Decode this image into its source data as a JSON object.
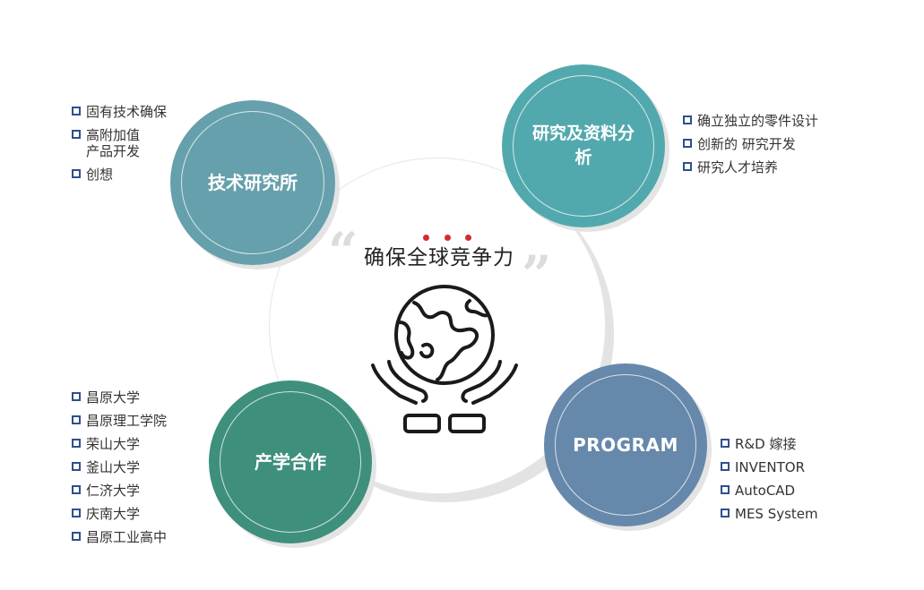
{
  "title": "确保全球竞争力",
  "quote_open": "“",
  "quote_close": "”",
  "nodes": {
    "tech": {
      "label": "技术研究所",
      "color": "#66a0ac",
      "items": [
        "固有技术确保",
        "高附加值\n产品开发",
        "创想"
      ]
    },
    "rd": {
      "label": "研究及资料分析",
      "color": "#52a9ad",
      "items": [
        "确立独立的零件设计",
        "创新的 研究开发",
        "研究人才培养"
      ]
    },
    "industry": {
      "label": "产学合作",
      "color": "#3f8f7d",
      "items": [
        "昌原大学",
        "昌原理工学院",
        "荣山大学",
        "釜山大学",
        "仁济大学",
        "庆南大学",
        "昌原工业高中"
      ]
    },
    "program": {
      "label": "PROGRAM",
      "color": "#6688ab",
      "items": [
        "R&D 嫁接",
        "INVENTOR",
        "AutoCAD",
        "MES System"
      ]
    }
  },
  "icons": {
    "center": "globe-in-hands-icon",
    "bullet": "square-bullet-icon"
  },
  "accent_colors": {
    "dots": "#d12d2d",
    "bullet": "#2f4f8f"
  }
}
